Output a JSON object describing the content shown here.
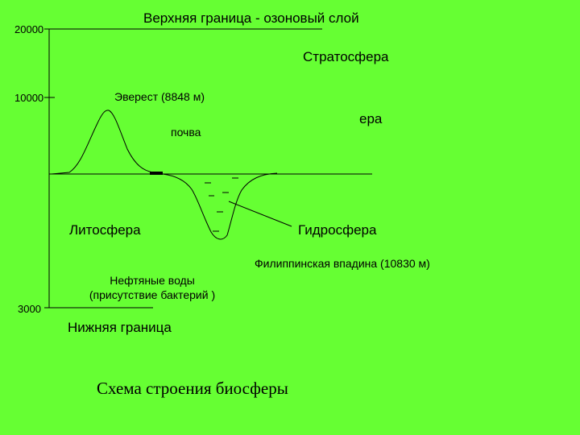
{
  "axis": {
    "ticks": [
      "20000",
      "10000",
      "3000"
    ]
  },
  "labels": {
    "upper_boundary": "Верхняя граница - озоновый слой",
    "stratosphere": "Стратосфера",
    "everest": "Эверест (8848 м)",
    "partial_atmosphere": "ера",
    "soil": "почва",
    "lithosphere": "Литосфера",
    "hydrosphere": "Гидросфера",
    "philippine_trench": "Филиппинская впадина (10830 м)",
    "oil_waters_line1": "Нефтяные воды",
    "oil_waters_line2": "(присутствие бактерий )",
    "lower_boundary": "Нижняя граница"
  },
  "title": "Схема строения биосферы",
  "colors": {
    "background": "#66ff33",
    "lines": "#000000"
  }
}
